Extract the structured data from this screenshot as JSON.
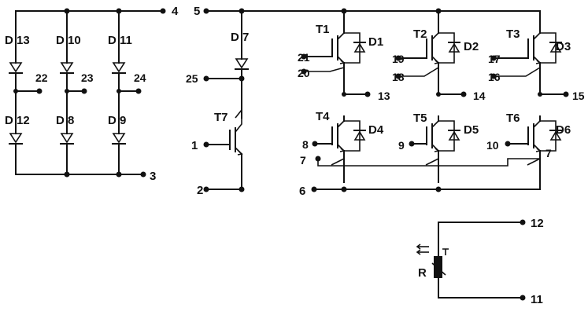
{
  "diode_labels": {
    "d13": "D 13",
    "d12": "D 12",
    "d10": "D 10",
    "d8": "D 8",
    "d11": "D 11",
    "d9": "D 9",
    "d7": "D 7",
    "d1": "D1",
    "d2": "D2",
    "d3": "D3",
    "d4": "D4",
    "d5": "D5",
    "d6": "D6"
  },
  "transistor_labels": {
    "t1": "T1",
    "t2": "T2",
    "t3": "T3",
    "t4": "T4",
    "t5": "T5",
    "t6": "T6",
    "t7": "T7"
  },
  "resistor_label": "R",
  "terminals": {
    "t1": "1",
    "t2": "2",
    "t3": "3",
    "t4": "4",
    "t5": "5",
    "t6": "6",
    "t7": "7",
    "t7b": "7",
    "t8": "8",
    "t9": "9",
    "t10": "10",
    "t11": "11",
    "t12": "12",
    "t13": "13",
    "t14": "14",
    "t15": "15",
    "t16": "16",
    "t17": "17",
    "t18": "18",
    "t19": "19",
    "t20": "20",
    "t21": "21",
    "t22": "22",
    "t23": "23",
    "t24": "24",
    "t25": "25"
  }
}
